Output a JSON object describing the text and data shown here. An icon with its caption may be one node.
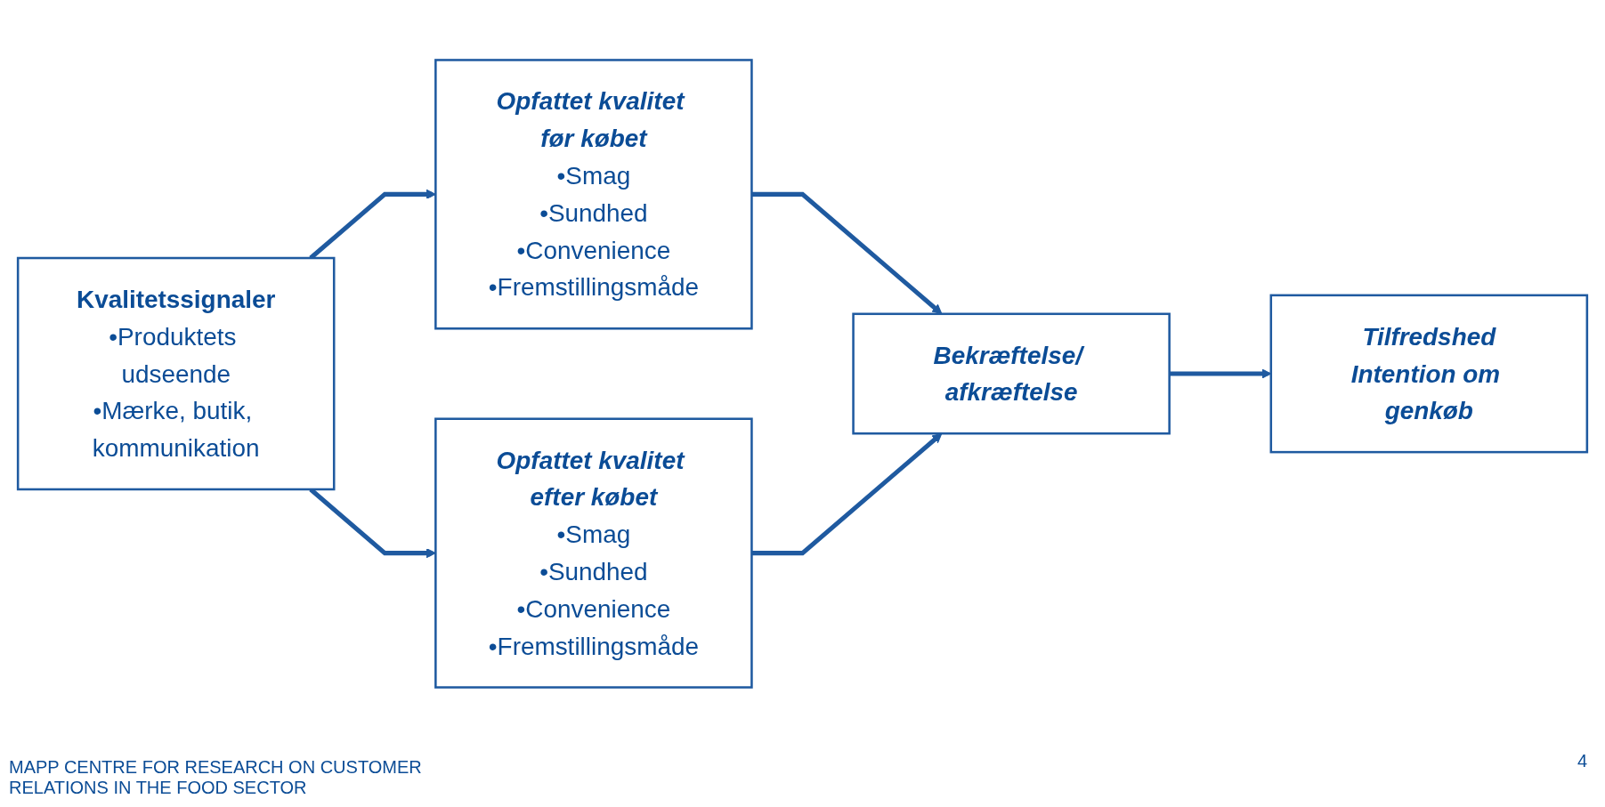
{
  "diagram": {
    "nodes": [
      {
        "text": [
          "Kvalitetssignaler",
          "•Produktets udseende",
          "•Mærke, butik, kommunikation"
        ]
      },
      {
        "text": [
          "Opfattet kvalitet før købet",
          "•Smag",
          "•Sundhed",
          "•Convenience",
          "•Fremstillingsmåde"
        ]
      },
      {
        "text": [
          "Opfattet kvalitet efter købet",
          "•Smag",
          "•Sundhed",
          "•Convenience",
          "•Fremstillingsmåde"
        ]
      },
      {
        "text": [
          "Bekræftelse/ afkræftelse"
        ]
      },
      {
        "text": [
          "Tilfredshed",
          "Intention om genkøb"
        ]
      }
    ],
    "edges": [
      {
        "from": 0,
        "to": 1,
        "arrow": "to"
      },
      {
        "from": 0,
        "to": 2,
        "arrow": "to"
      },
      {
        "from": 1,
        "to": 3,
        "arrow": "to"
      },
      {
        "from": 2,
        "to": 3,
        "arrow": "to"
      },
      {
        "from": 3,
        "to": 4,
        "arrow": "to"
      }
    ],
    "labels": [
      "MAPP CENTRE FOR RESEARCH ON CUSTOMER RELATIONS IN THE FOOD SECTOR",
      "4"
    ]
  }
}
